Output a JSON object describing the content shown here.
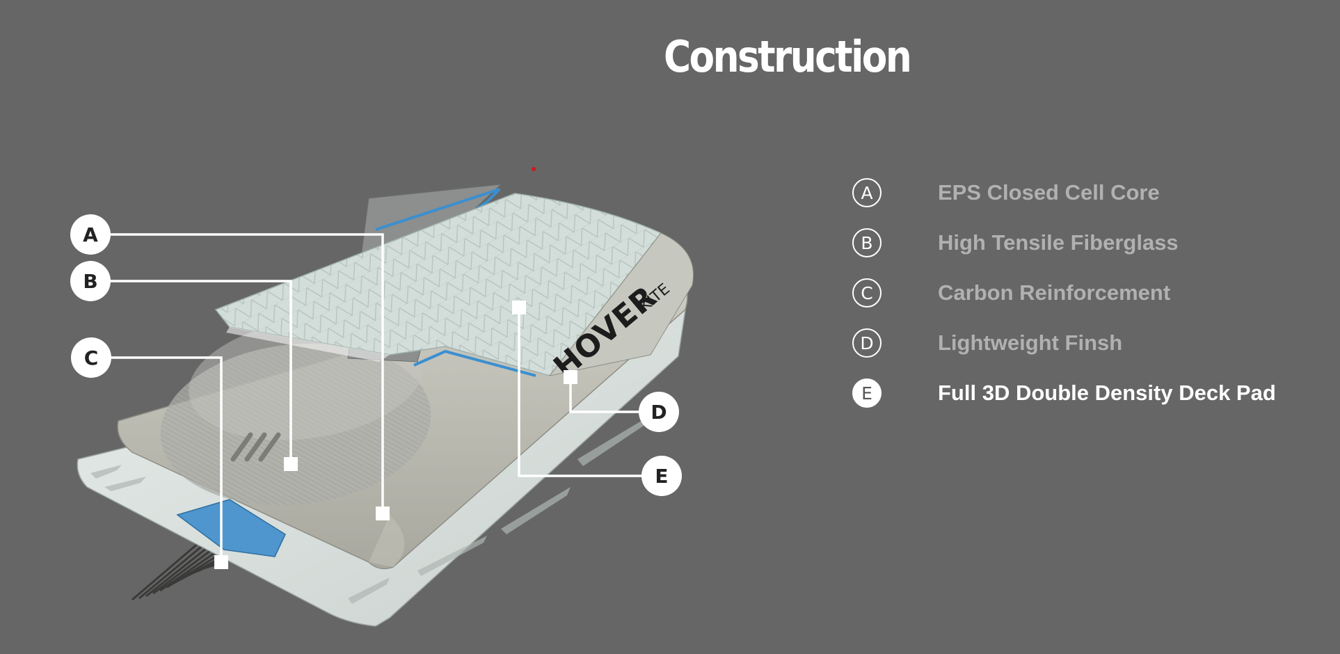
{
  "page": {
    "title": "Construction"
  },
  "diagram": {
    "brand_text": "HOVER",
    "brand_sub": "KITE",
    "callouts": [
      {
        "letter": "A"
      },
      {
        "letter": "B"
      },
      {
        "letter": "C"
      },
      {
        "letter": "D"
      },
      {
        "letter": "E"
      }
    ]
  },
  "legend": {
    "active_index": 4,
    "items": [
      {
        "letter": "A",
        "label": "EPS Closed Cell Core"
      },
      {
        "letter": "B",
        "label": "High Tensile Fiberglass"
      },
      {
        "letter": "C",
        "label": "Carbon Reinforcement"
      },
      {
        "letter": "D",
        "label": "Lightweight Finsh"
      },
      {
        "letter": "E",
        "label": "Full 3D Double Density Deck Pad"
      }
    ]
  },
  "colors": {
    "background": "#666666",
    "label_active": "#ffffff",
    "label_inactive": "#b1b1b1",
    "accent_blue": "#3b8fd0"
  }
}
